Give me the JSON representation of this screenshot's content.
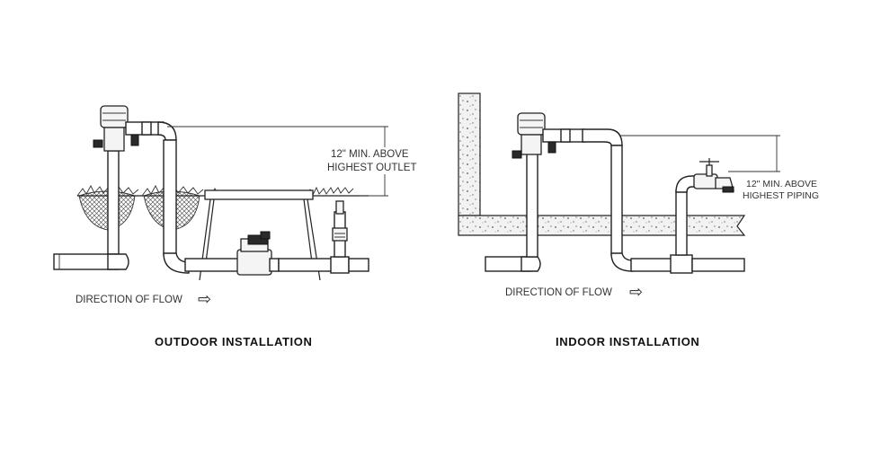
{
  "outdoor": {
    "title": "OUTDOOR INSTALLATION",
    "height_note_line1": "12\" MIN. ABOVE",
    "height_note_line2": "HIGHEST OUTLET",
    "flow_label": "DIRECTION OF FLOW"
  },
  "indoor": {
    "title": "INDOOR INSTALLATION",
    "height_note_line1": "12\" MIN. ABOVE",
    "height_note_line2": "HIGHEST PIPING",
    "flow_label": "DIRECTION OF FLOW"
  },
  "icons": {
    "flow_arrow": "⇨"
  }
}
